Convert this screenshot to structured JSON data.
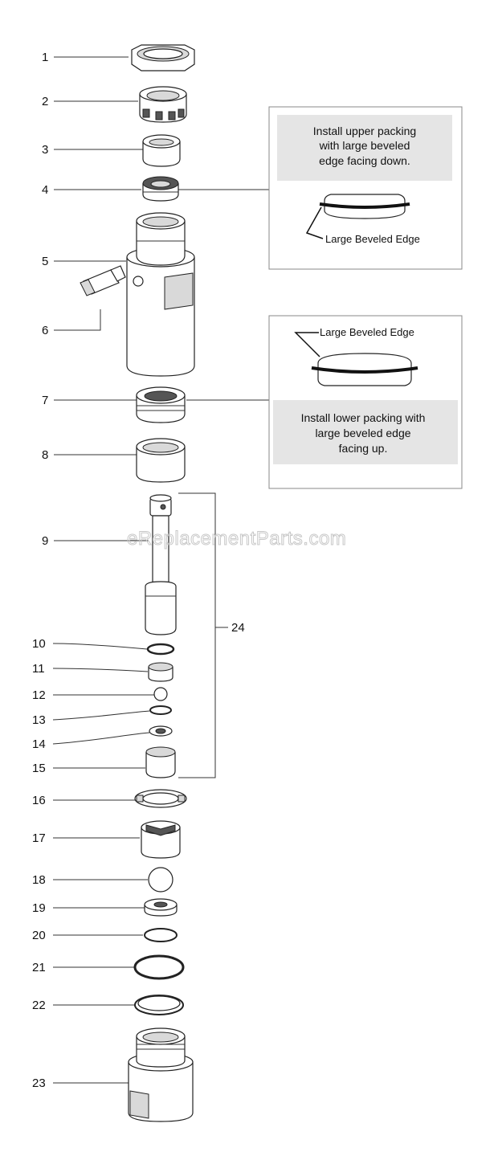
{
  "parts": [
    {
      "id": "1"
    },
    {
      "id": "2"
    },
    {
      "id": "3"
    },
    {
      "id": "4"
    },
    {
      "id": "5"
    },
    {
      "id": "6"
    },
    {
      "id": "7"
    },
    {
      "id": "8"
    },
    {
      "id": "9"
    },
    {
      "id": "10"
    },
    {
      "id": "11"
    },
    {
      "id": "12"
    },
    {
      "id": "13"
    },
    {
      "id": "14"
    },
    {
      "id": "15"
    },
    {
      "id": "16"
    },
    {
      "id": "17"
    },
    {
      "id": "18"
    },
    {
      "id": "19"
    },
    {
      "id": "20"
    },
    {
      "id": "21"
    },
    {
      "id": "22"
    },
    {
      "id": "23"
    }
  ],
  "assembly_label": "24",
  "upper_note": {
    "lines": [
      "Install upper packing",
      "with large beveled",
      "edge facing down."
    ],
    "callout": "Large Beveled Edge"
  },
  "lower_note": {
    "lines": [
      "Install lower packing with",
      "large beveled edge",
      "facing up."
    ],
    "callout": "Large Beveled Edge"
  },
  "watermark": "eReplacementParts.com"
}
